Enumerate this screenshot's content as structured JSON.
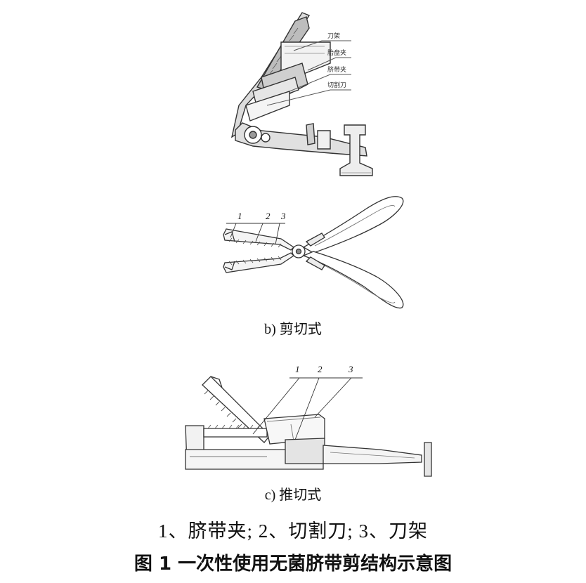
{
  "figure_a": {
    "labels": [
      "刀架",
      "胎盘夹",
      "脐带夹",
      "切割刀"
    ]
  },
  "figure_b": {
    "caption": "b) 剪切式",
    "markers": [
      "1",
      "2",
      "3"
    ]
  },
  "figure_c": {
    "caption": "c) 推切式",
    "markers": [
      "1",
      "2",
      "3"
    ]
  },
  "legend": "1、脐带夹; 2、切割刀; 3、刀架",
  "title": "图 1 一次性使用无菌脐带剪结构示意图",
  "colors": {
    "line": "#333333",
    "fill_light": "#e8e8e8",
    "fill_dark": "#9a9a9a",
    "text": "#111111"
  }
}
